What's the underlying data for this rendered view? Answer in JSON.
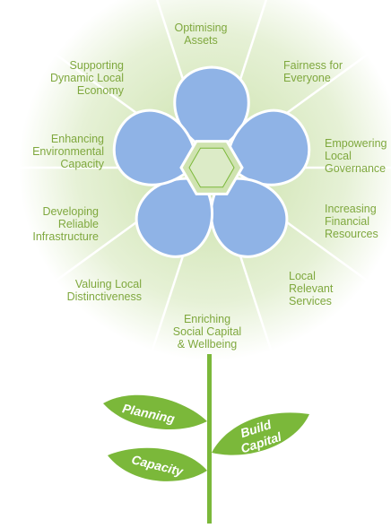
{
  "colors": {
    "petal": "#8fb3e6",
    "petal_stroke": "#ffffff",
    "green": "#7bb83a",
    "label_green": "#7fa83e",
    "halo": "#dcebc7"
  },
  "petals": [
    {
      "label": "Optimising\nAssets"
    },
    {
      "label": "Fairness for\nEveryone"
    },
    {
      "label": "Empowering\nLocal\nGovernance"
    },
    {
      "label": "Increasing\nFinancial\nResources"
    },
    {
      "label": "Local\nRelevant\nServices"
    },
    {
      "label": "Enriching\nSocial Capital\n& Wellbeing"
    },
    {
      "label": "Valuing Local\nDistinctiveness"
    },
    {
      "label": "Developing\nReliable\nInfrastructure"
    },
    {
      "label": "Enhancing\nEnvironmental\nCapacity"
    },
    {
      "label": "Supporting\nDynamic Local\nEconomy"
    }
  ],
  "leaves": {
    "planning": "Planning",
    "build_capital_line1": "Build",
    "build_capital_line2": "Capital",
    "capacity": "Capacity"
  }
}
